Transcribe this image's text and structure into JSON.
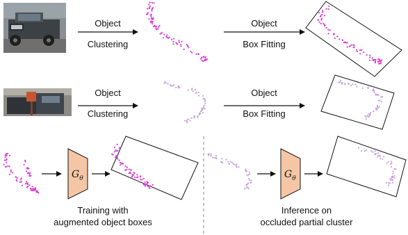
{
  "rows": [
    {
      "clustering_label_line1": "Object",
      "clustering_label_line2": "Clustering",
      "fitting_label_line1": "Object",
      "fitting_label_line2": "Box Fitting",
      "point_color": "#d63bd6",
      "image_description": "pickup-truck photo"
    },
    {
      "clustering_label_line1": "Object",
      "clustering_label_line2": "Clustering",
      "fitting_label_line1": "Object",
      "fitting_label_line2": "Box Fitting",
      "point_color": "#c9a3d9",
      "image_description": "occluded car photo"
    }
  ],
  "generator": {
    "symbol": "G",
    "subscript": "θ",
    "fill": "#f5c6a5"
  },
  "training_caption_line1": "Training with",
  "training_caption_line2": "augmented object boxes",
  "inference_caption_line1": "Inference on",
  "inference_caption_line2": "occluded partial cluster"
}
